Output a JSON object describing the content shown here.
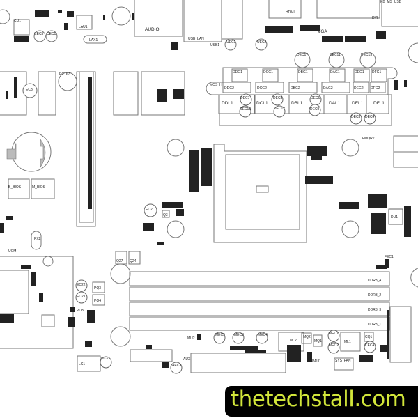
{
  "connectors": {
    "audio": "AUDIO",
    "usb_lan": "USB_LAN",
    "hdmi": "HDMI",
    "vga": "VGA",
    "dvi": "DVI",
    "kb_ms_usb": "KB_MS_USB",
    "usb1": "USB1",
    "aux": "AUX",
    "sys_fan": "SYS_FAN"
  },
  "bios": {
    "b_bios": "B_BIOS",
    "m_bios": "M_BIOS"
  },
  "memory": {
    "slots": [
      "DDR3_4",
      "DDR3_2",
      "DDR3_3",
      "DDR3_1"
    ]
  },
  "labels": {
    "cu1": "CU1",
    "cec5": "CEC5",
    "cec1": "CEC1",
    "lau1": "LAU1",
    "lax1": "LAX1",
    "uec1": "UEC1",
    "uec2": "UEC2",
    "dec17": "DEC17",
    "dec11": "DEC11",
    "dec15": "DEC15",
    "ddg1": "DDG1",
    "dcg1": "DCG1",
    "dbg1": "DBG1",
    "dag1": "DAG1",
    "deg1": "DEG1",
    "dfg1": "DFG1",
    "ddg2": "DDG2",
    "dcg2": "DCG2",
    "dbg2": "DBG2",
    "dag2": "DAG2",
    "deg2": "DEG2",
    "dfg2": "DFG2",
    "ddl1": "DDL1",
    "dcl1": "DCL1",
    "dbl1": "DBL1",
    "dal1": "DAL1",
    "del1": "DEL1",
    "dfl1": "DFL1",
    "dec7": "DEC7",
    "dec6": "DEC6",
    "dec8": "DEC8",
    "dec10": "DEC10",
    "dec12": "DEC12",
    "dec9": "DEC9",
    "dec3": "DEC3",
    "dec4": "DEC4",
    "mos_h": "MOS_H",
    "ec3": "EC3",
    "ec167": "EC167",
    "ec2": "EC2",
    "q3": "Q3",
    "q27": "Q27",
    "q24": "Q24",
    "fmqr2": "FMQR2",
    "du1": "DU1",
    "fec1": "FEC1",
    "px2": "PX2",
    "ec22": "EC22",
    "ec21": "EC21",
    "pq3": "PQ3",
    "pq4": "PQ4",
    "pu3": "PU3",
    "ec31": "EC31",
    "lc1": "LC1",
    "ucm": "UCM",
    "mu2": "MU2",
    "mec5": "MEC5",
    "mec3": "MEC3",
    "mec4": "MEC4",
    "ml2": "ML2",
    "mq2": "MQ2",
    "mq1": "MQ1",
    "mec1": "MEC1",
    "mec2": "MEC2",
    "ml1": "ML1",
    "cec4": "CEC4",
    "cq1": "CQ1",
    "aec3": "AEC3",
    "pau1": "PAU1"
  },
  "watermark": "thetechstall.com",
  "colors": {
    "outline": "#777777",
    "watermark_bg": "#000000",
    "watermark_text": "#d2e63a"
  }
}
